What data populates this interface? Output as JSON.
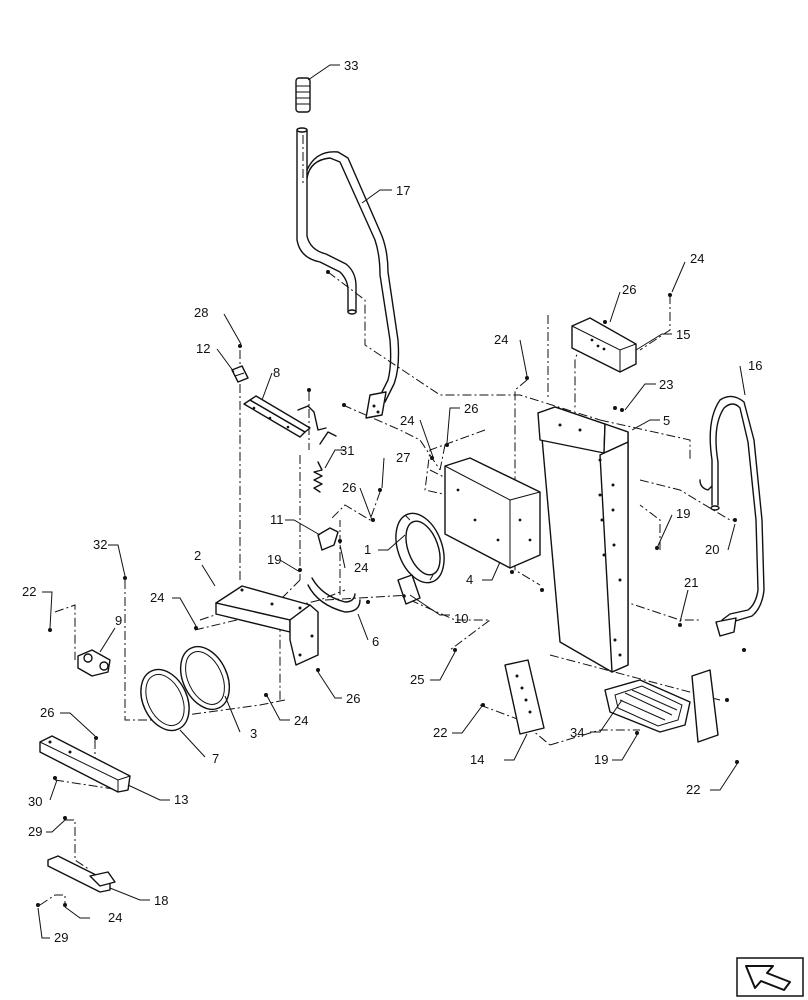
{
  "callouts": [
    {
      "id": "c33",
      "text": "33"
    },
    {
      "id": "c17",
      "text": "17"
    },
    {
      "id": "c24a",
      "text": "24"
    },
    {
      "id": "c26a",
      "text": "26"
    },
    {
      "id": "c15",
      "text": "15"
    },
    {
      "id": "c16",
      "text": "16"
    },
    {
      "id": "c24b",
      "text": "24"
    },
    {
      "id": "c23",
      "text": "23"
    },
    {
      "id": "c5",
      "text": "5"
    },
    {
      "id": "c28",
      "text": "28"
    },
    {
      "id": "c12",
      "text": "12"
    },
    {
      "id": "c8",
      "text": "8"
    },
    {
      "id": "c24c",
      "text": "24"
    },
    {
      "id": "c26b",
      "text": "26"
    },
    {
      "id": "c27",
      "text": "27"
    },
    {
      "id": "c31",
      "text": "31"
    },
    {
      "id": "c26c",
      "text": "26"
    },
    {
      "id": "c11",
      "text": "11"
    },
    {
      "id": "c19a",
      "text": "19"
    },
    {
      "id": "c20",
      "text": "20"
    },
    {
      "id": "c1",
      "text": "1"
    },
    {
      "id": "c24d",
      "text": "24"
    },
    {
      "id": "c4",
      "text": "4"
    },
    {
      "id": "c32",
      "text": "32"
    },
    {
      "id": "c2",
      "text": "2"
    },
    {
      "id": "c19b",
      "text": "19"
    },
    {
      "id": "c22a",
      "text": "22"
    },
    {
      "id": "c24e",
      "text": "24"
    },
    {
      "id": "c9",
      "text": "9"
    },
    {
      "id": "c10",
      "text": "10"
    },
    {
      "id": "c21",
      "text": "21"
    },
    {
      "id": "c6",
      "text": "6"
    },
    {
      "id": "c25",
      "text": "25"
    },
    {
      "id": "c26d",
      "text": "26"
    },
    {
      "id": "c24f",
      "text": "24"
    },
    {
      "id": "c3",
      "text": "3"
    },
    {
      "id": "c22b",
      "text": "22"
    },
    {
      "id": "c34",
      "text": "34"
    },
    {
      "id": "c26e",
      "text": "26"
    },
    {
      "id": "c7",
      "text": "7"
    },
    {
      "id": "c14",
      "text": "14"
    },
    {
      "id": "c19c",
      "text": "19"
    },
    {
      "id": "c30",
      "text": "30"
    },
    {
      "id": "c13",
      "text": "13"
    },
    {
      "id": "c22c",
      "text": "22"
    },
    {
      "id": "c29a",
      "text": "29"
    },
    {
      "id": "c18",
      "text": "18"
    },
    {
      "id": "c24g",
      "text": "24"
    },
    {
      "id": "c29b",
      "text": "29"
    }
  ],
  "nav_icon": "arrow-icon",
  "colors": {
    "ink": "#111111",
    "paper": "#ffffff"
  }
}
